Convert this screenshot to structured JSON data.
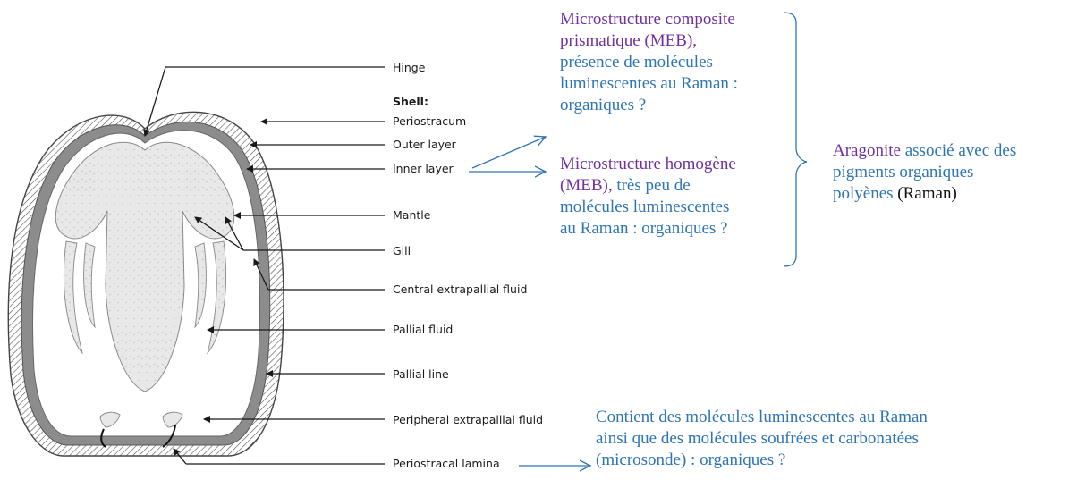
{
  "labels": {
    "hinge": "Hinge",
    "shell": "Shell:",
    "periostracum": "Periostracum",
    "outer_layer": "Outer layer",
    "inner_layer": "Inner layer",
    "mantle": "Mantle",
    "gill": "Gill",
    "central_fluid": "Central extrapallial fluid",
    "pallial_fluid": "Pallial fluid",
    "pallial_line": "Pallial line",
    "peripheral_fluid": "Peripheral extrapallial fluid",
    "periostracal_lamina": "Periostracal lamina"
  },
  "notes": {
    "outer": {
      "line1": "Microstructure composite",
      "line2": "prismatique (MEB),",
      "line3": "présence de molécules",
      "line4": "luminescentes au Raman :",
      "line5": "organiques ?"
    },
    "inner": {
      "line1a": "Microstructure homogène",
      "line2a": "(MEB),",
      "line2b": " très peu de",
      "line3": "molécules luminescentes",
      "line4": "au Raman : organiques ?"
    },
    "aragonite": {
      "word": "Aragonite",
      "line1b": " associé avec des",
      "line2": "pigments organiques",
      "line3a": "polyènes ",
      "line3b": "(Raman)"
    },
    "lamina": {
      "line1": "Contient des molécules luminescentes au Raman",
      "line2": "ainsi que des molécules soufrées et carbonatées",
      "line3": "(microsonde) : organiques ?"
    }
  },
  "colors": {
    "blue": "#2e75b6",
    "purple": "#7030a0",
    "shell_gray": "#8c8c8c",
    "body_fill": "#e6e6e6"
  }
}
